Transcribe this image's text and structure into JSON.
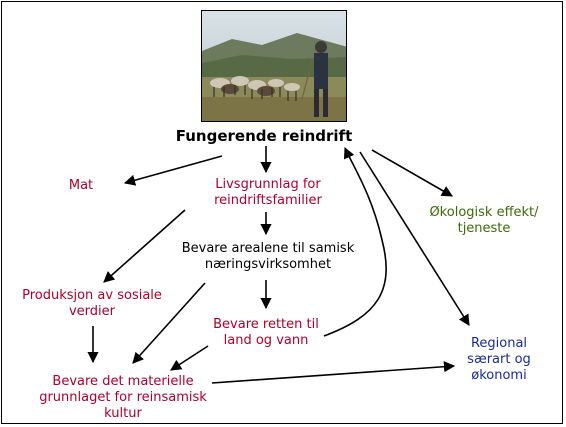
{
  "diagram": {
    "center": "Fungerende reindrift",
    "nodes": {
      "mat": "Mat",
      "livsgrunnlag": [
        "Livsgrunnlag for",
        "reindriftsfamilier"
      ],
      "bevare_arealene": [
        "Bevare arealene til samisk",
        "næringsvirksomhet"
      ],
      "sosiale": [
        "Produksjon av sosiale",
        "verdier"
      ],
      "retten": [
        "Bevare retten til",
        "land og vann"
      ],
      "materielle": [
        "Bevare det materielle",
        "grunnlaget for reinsamisk",
        "kultur"
      ],
      "okologisk": [
        "Økologisk effekt/",
        "tjeneste"
      ],
      "regional": [
        "Regional",
        "særart og",
        "økonomi"
      ]
    },
    "colors": {
      "red_text": "#b0002a",
      "green_text": "#3e6b0b",
      "blue_text": "#1a2a9c"
    },
    "photo_description_icon": "reindeer-herding-photo"
  }
}
